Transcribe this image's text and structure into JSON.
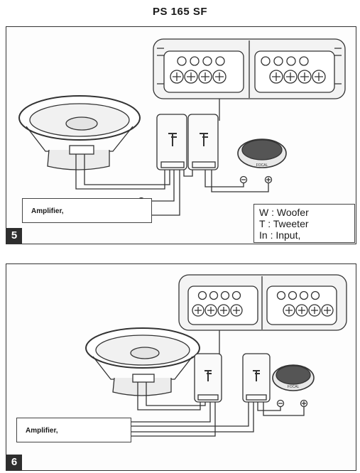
{
  "title": "PS 165 SF",
  "panels": [
    {
      "number": "5",
      "amplifier_label": "Amplifier,"
    },
    {
      "number": "6",
      "amplifier_label": "Amplifier,"
    }
  ],
  "legend": {
    "woofer": "W : Woofer",
    "tweeter": "T : Tweeter",
    "input": "In : Input,"
  },
  "tweeter_brand": "FOCAL"
}
